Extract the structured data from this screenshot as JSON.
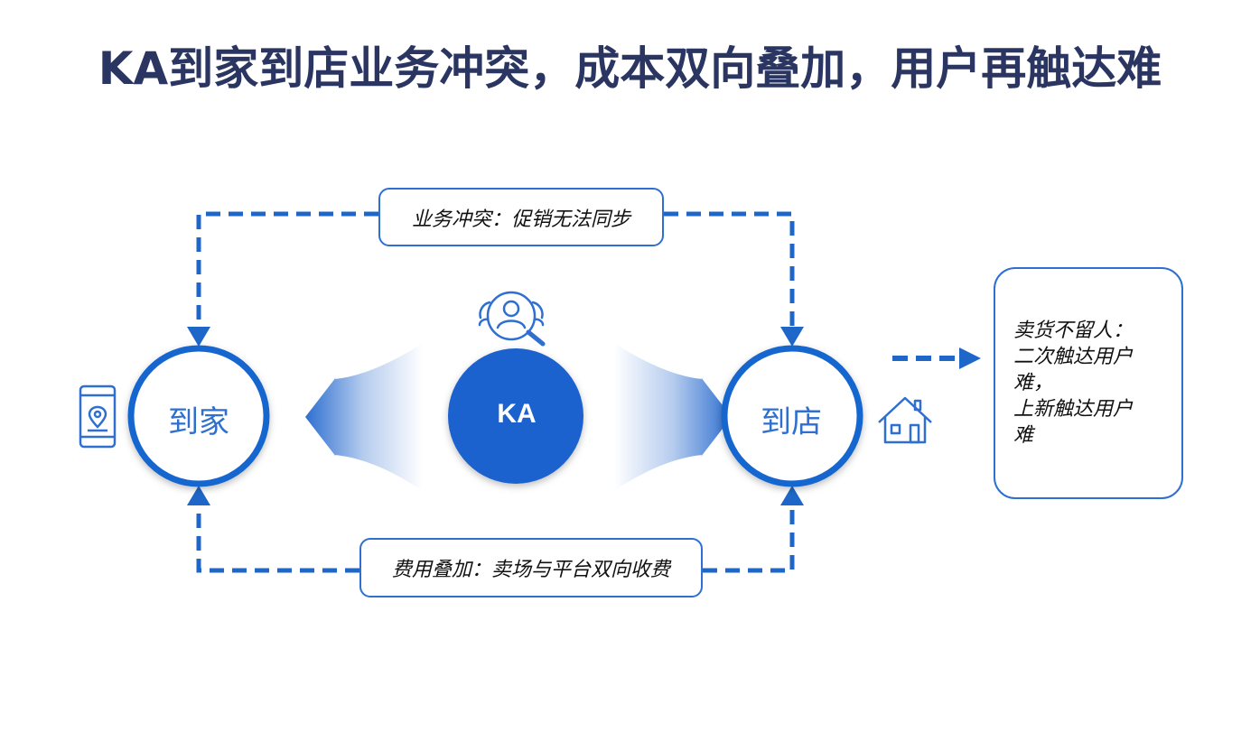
{
  "title": "KA到家到店业务冲突，成本双向叠加，用户再触达难",
  "center": {
    "label": "KA",
    "icon": "user-search-icon"
  },
  "left_node": {
    "label": "到家",
    "icon": "mobile-location-icon"
  },
  "right_node": {
    "label": "到店",
    "icon": "house-icon"
  },
  "top_connector": {
    "label": "业务冲突：促销无法同步"
  },
  "bottom_connector": {
    "label": "费用叠加：卖场与平台双向收费"
  },
  "side_note": {
    "lines": [
      "卖货不留人：",
      "二次触达用户",
      "难，",
      "上新触达用户",
      "难"
    ]
  },
  "colors": {
    "primary": "#2e6fd0",
    "center_fill": "#1c62cf",
    "title": "#2a3561"
  }
}
